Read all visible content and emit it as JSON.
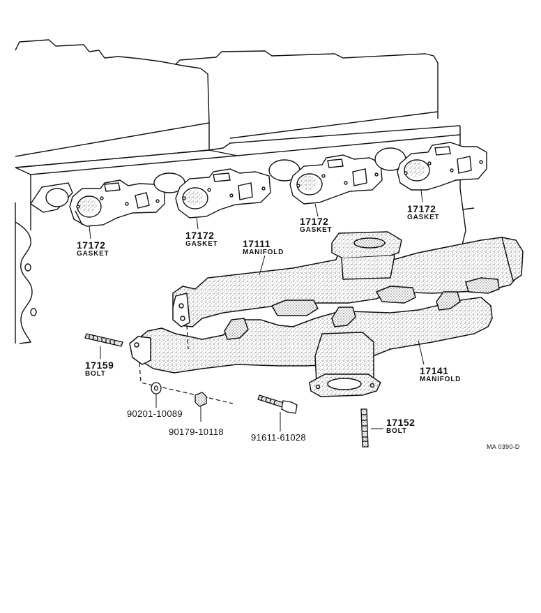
{
  "callouts": {
    "gasket_1": {
      "number": "17172",
      "name": "GASKET"
    },
    "gasket_2": {
      "number": "17172",
      "name": "GASKET"
    },
    "gasket_3": {
      "number": "17172",
      "name": "GASKET"
    },
    "gasket_4": {
      "number": "17172",
      "name": "GASKET"
    },
    "manifold_upper": {
      "number": "17111",
      "name": "MANIFOLD"
    },
    "manifold_lower": {
      "number": "17141",
      "name": "MANIFOLD"
    },
    "bolt_17159": {
      "number": "17159",
      "name": "BOLT"
    },
    "bolt_17152": {
      "number": "17152",
      "name": "BOLT"
    },
    "washer": {
      "number": "90201-10089"
    },
    "nut": {
      "number": "90179-10118"
    },
    "bolt_91611": {
      "number": "91611-61028"
    }
  },
  "figure_ref": "MA 0390-D"
}
